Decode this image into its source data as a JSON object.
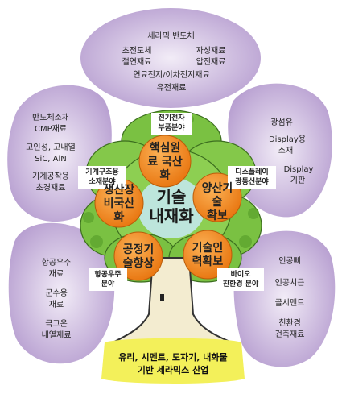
{
  "colors": {
    "petal_fill": "#c9b6de",
    "petal_fill_light": "#e7dcef",
    "leaf": "#7ac142",
    "leaf_dark": "#4f8a2a",
    "orange": "#f5891f",
    "trunk": "#f3ecd0",
    "center_fill": "#c6e9f4",
    "base": "#f3f05a"
  },
  "top_petal": {
    "line1": "세라믹 반도체",
    "line2a": "초전도체",
    "line2b": "자성재료",
    "line3a": "절연재료",
    "line3b": "압전재료",
    "line4": "연료전지/이차전지재료",
    "line5": "유전재료"
  },
  "left_petal": {
    "line1": "반도체소재",
    "line2": "CMP재료",
    "line3": "고인성, 고내열",
    "line4": "SiC, AlN",
    "line5": "기계공작용",
    "line6": "초경재료"
  },
  "right_petal": {
    "line1": "광섬유",
    "line2": "Display용",
    "line3": "소재",
    "line4": "Display",
    "line5": "기판"
  },
  "bottom_left_petal": {
    "line1": "항공우주",
    "line2": "재료",
    "line3": "군수용",
    "line4": "재료",
    "line5": "극고온",
    "line6": "내열재료"
  },
  "bottom_right_petal": {
    "line1": "인공뼈",
    "line2": "인공치근",
    "line3": "골시멘트",
    "line4": "친환경",
    "line5": "건축재료"
  },
  "tree": {
    "center_line1": "기술",
    "center_line2": "내재화",
    "core_line1": "핵심원",
    "core_line2": "료 국산",
    "core_line3": "화",
    "mass_line1": "양산기",
    "mass_line2": "술",
    "mass_line3": "확보",
    "local_line1": "생산장",
    "local_line2": "비국산",
    "local_line3": "화",
    "process_line1": "공정기",
    "process_line2": "술향상",
    "talent_line1": "기술인",
    "talent_line2": "력확보"
  },
  "branch_labels": {
    "electronics_line1": "전기전자",
    "electronics_line2": "부품분야",
    "mechanical_line1": "기계구조용",
    "mechanical_line2": "소재분야",
    "display_line1": "디스플레이",
    "display_line2": "광통신분야",
    "aerospace_line1": "항공우주",
    "aerospace_line2": "분야",
    "bio_line1": "바이오",
    "bio_line2": "친환경 분야"
  },
  "base_banner": {
    "line1": "유리, 시멘트, 도자기, 내화물",
    "line2": "기반 세라믹스 산업"
  }
}
